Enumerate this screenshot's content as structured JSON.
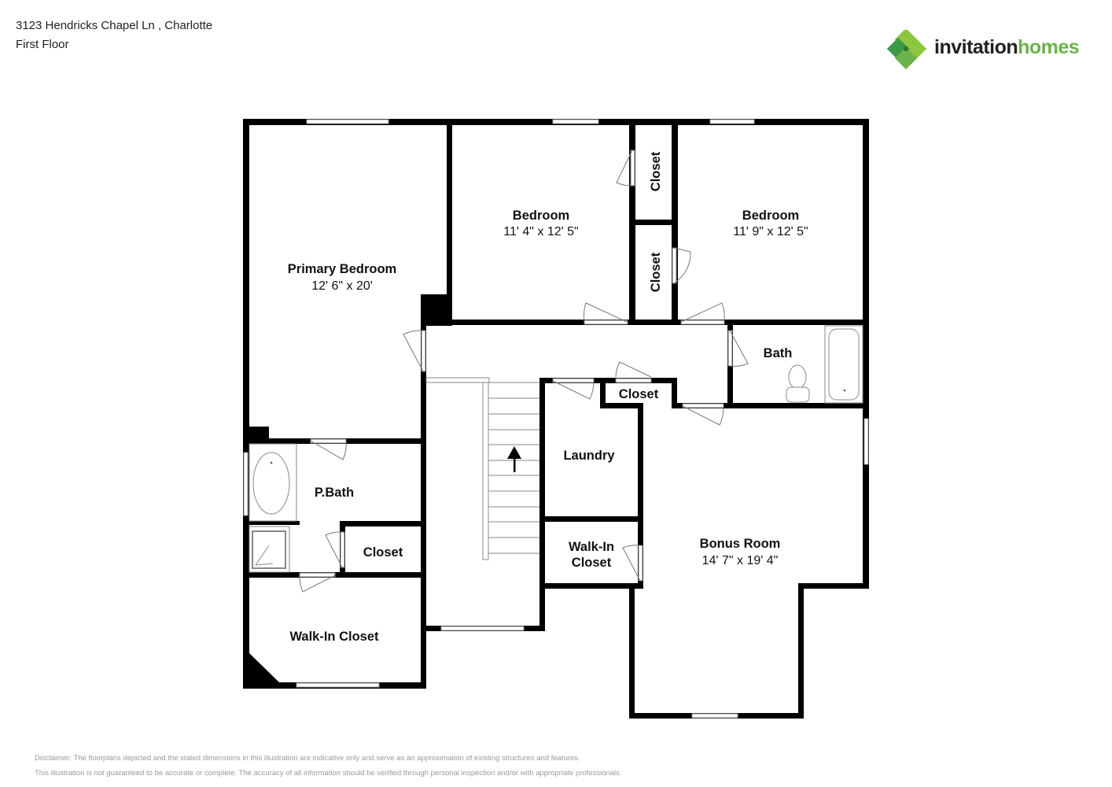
{
  "header": {
    "address": "3123 Hendricks Chapel Ln , Charlotte",
    "floor": "First Floor"
  },
  "logo": {
    "word1": "invitation",
    "word2": "homes",
    "colors": {
      "light_green": "#8dc63f",
      "dark_green": "#3a9a48",
      "text": "#222222",
      "accent": "#6bb24a"
    }
  },
  "rooms": {
    "primary_bedroom": {
      "name": "Primary Bedroom",
      "dims": "12' 6\" x 20'"
    },
    "bedroom_1": {
      "name": "Bedroom",
      "dims": "11' 4\" x 12' 5\""
    },
    "bedroom_2": {
      "name": "Bedroom",
      "dims": "11' 9\" x 12' 5\""
    },
    "closet_top": {
      "name": "Closet"
    },
    "closet_mid": {
      "name": "Closet"
    },
    "bath": {
      "name": "Bath"
    },
    "hall_closet": {
      "name": "Closet"
    },
    "laundry": {
      "name": "Laundry"
    },
    "walkin_closet_small_line1": {
      "name": "Walk-In"
    },
    "walkin_closet_small_line2": {
      "name": "Closet"
    },
    "bonus_room": {
      "name": "Bonus Room",
      "dims": "14' 7\" x 19' 4\""
    },
    "p_bath": {
      "name": "P.Bath"
    },
    "pbath_closet": {
      "name": "Closet"
    },
    "walkin_closet": {
      "name": "Walk-In Closet"
    }
  },
  "stairs": {
    "direction": "up"
  },
  "disclaimer": {
    "line1": "Disclaimer: The floorplans depicted and the stated dimensions in this illustration are indicative only and serve as an approximation of existing structures and features.",
    "line2": "This illustration is not guaranteed to be accurate or complete. The accuracy of all information should be verified through personal inspection and/or with appropriate professionals."
  }
}
